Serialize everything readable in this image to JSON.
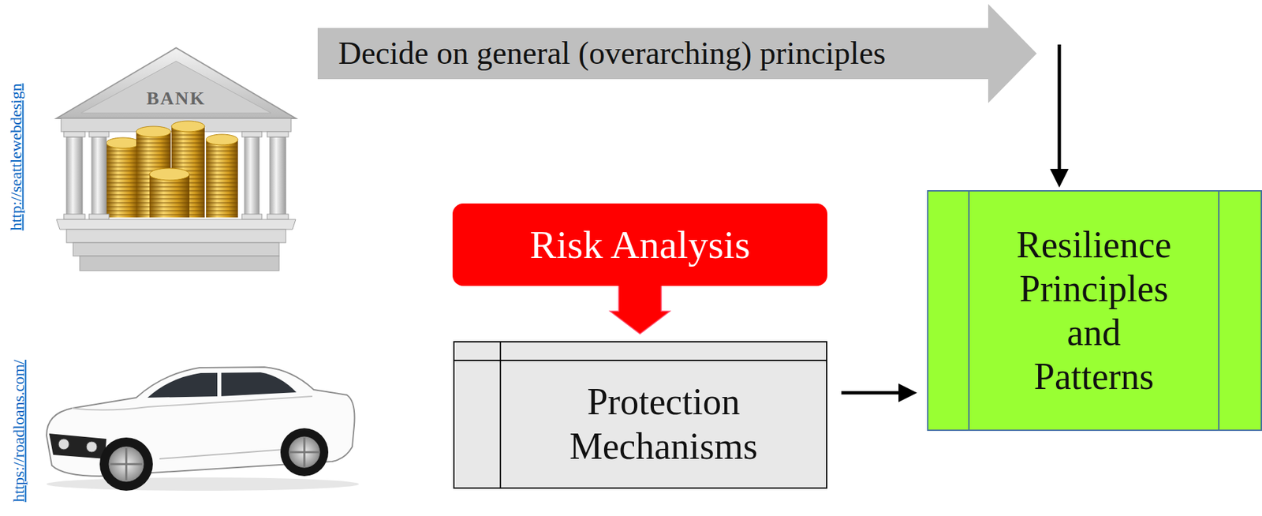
{
  "diagram": {
    "nodes": [
      {
        "text": [
          "Decide on general (overarching) principles"
        ]
      },
      {
        "text": [
          "Risk Analysis"
        ]
      },
      {
        "text": [
          "Protection Mechanisms"
        ]
      },
      {
        "text": [
          "Resilience Principles and Patterns"
        ]
      }
    ],
    "edges": [
      {
        "from": 0,
        "to": 3,
        "arrow": "to"
      },
      {
        "from": 1,
        "to": 2,
        "arrow": "to"
      },
      {
        "from": 2,
        "to": 3,
        "arrow": "to"
      }
    ],
    "labels": [
      "http://seattlewebdesign",
      "BANK",
      "https://roadloans.com/"
    ]
  }
}
